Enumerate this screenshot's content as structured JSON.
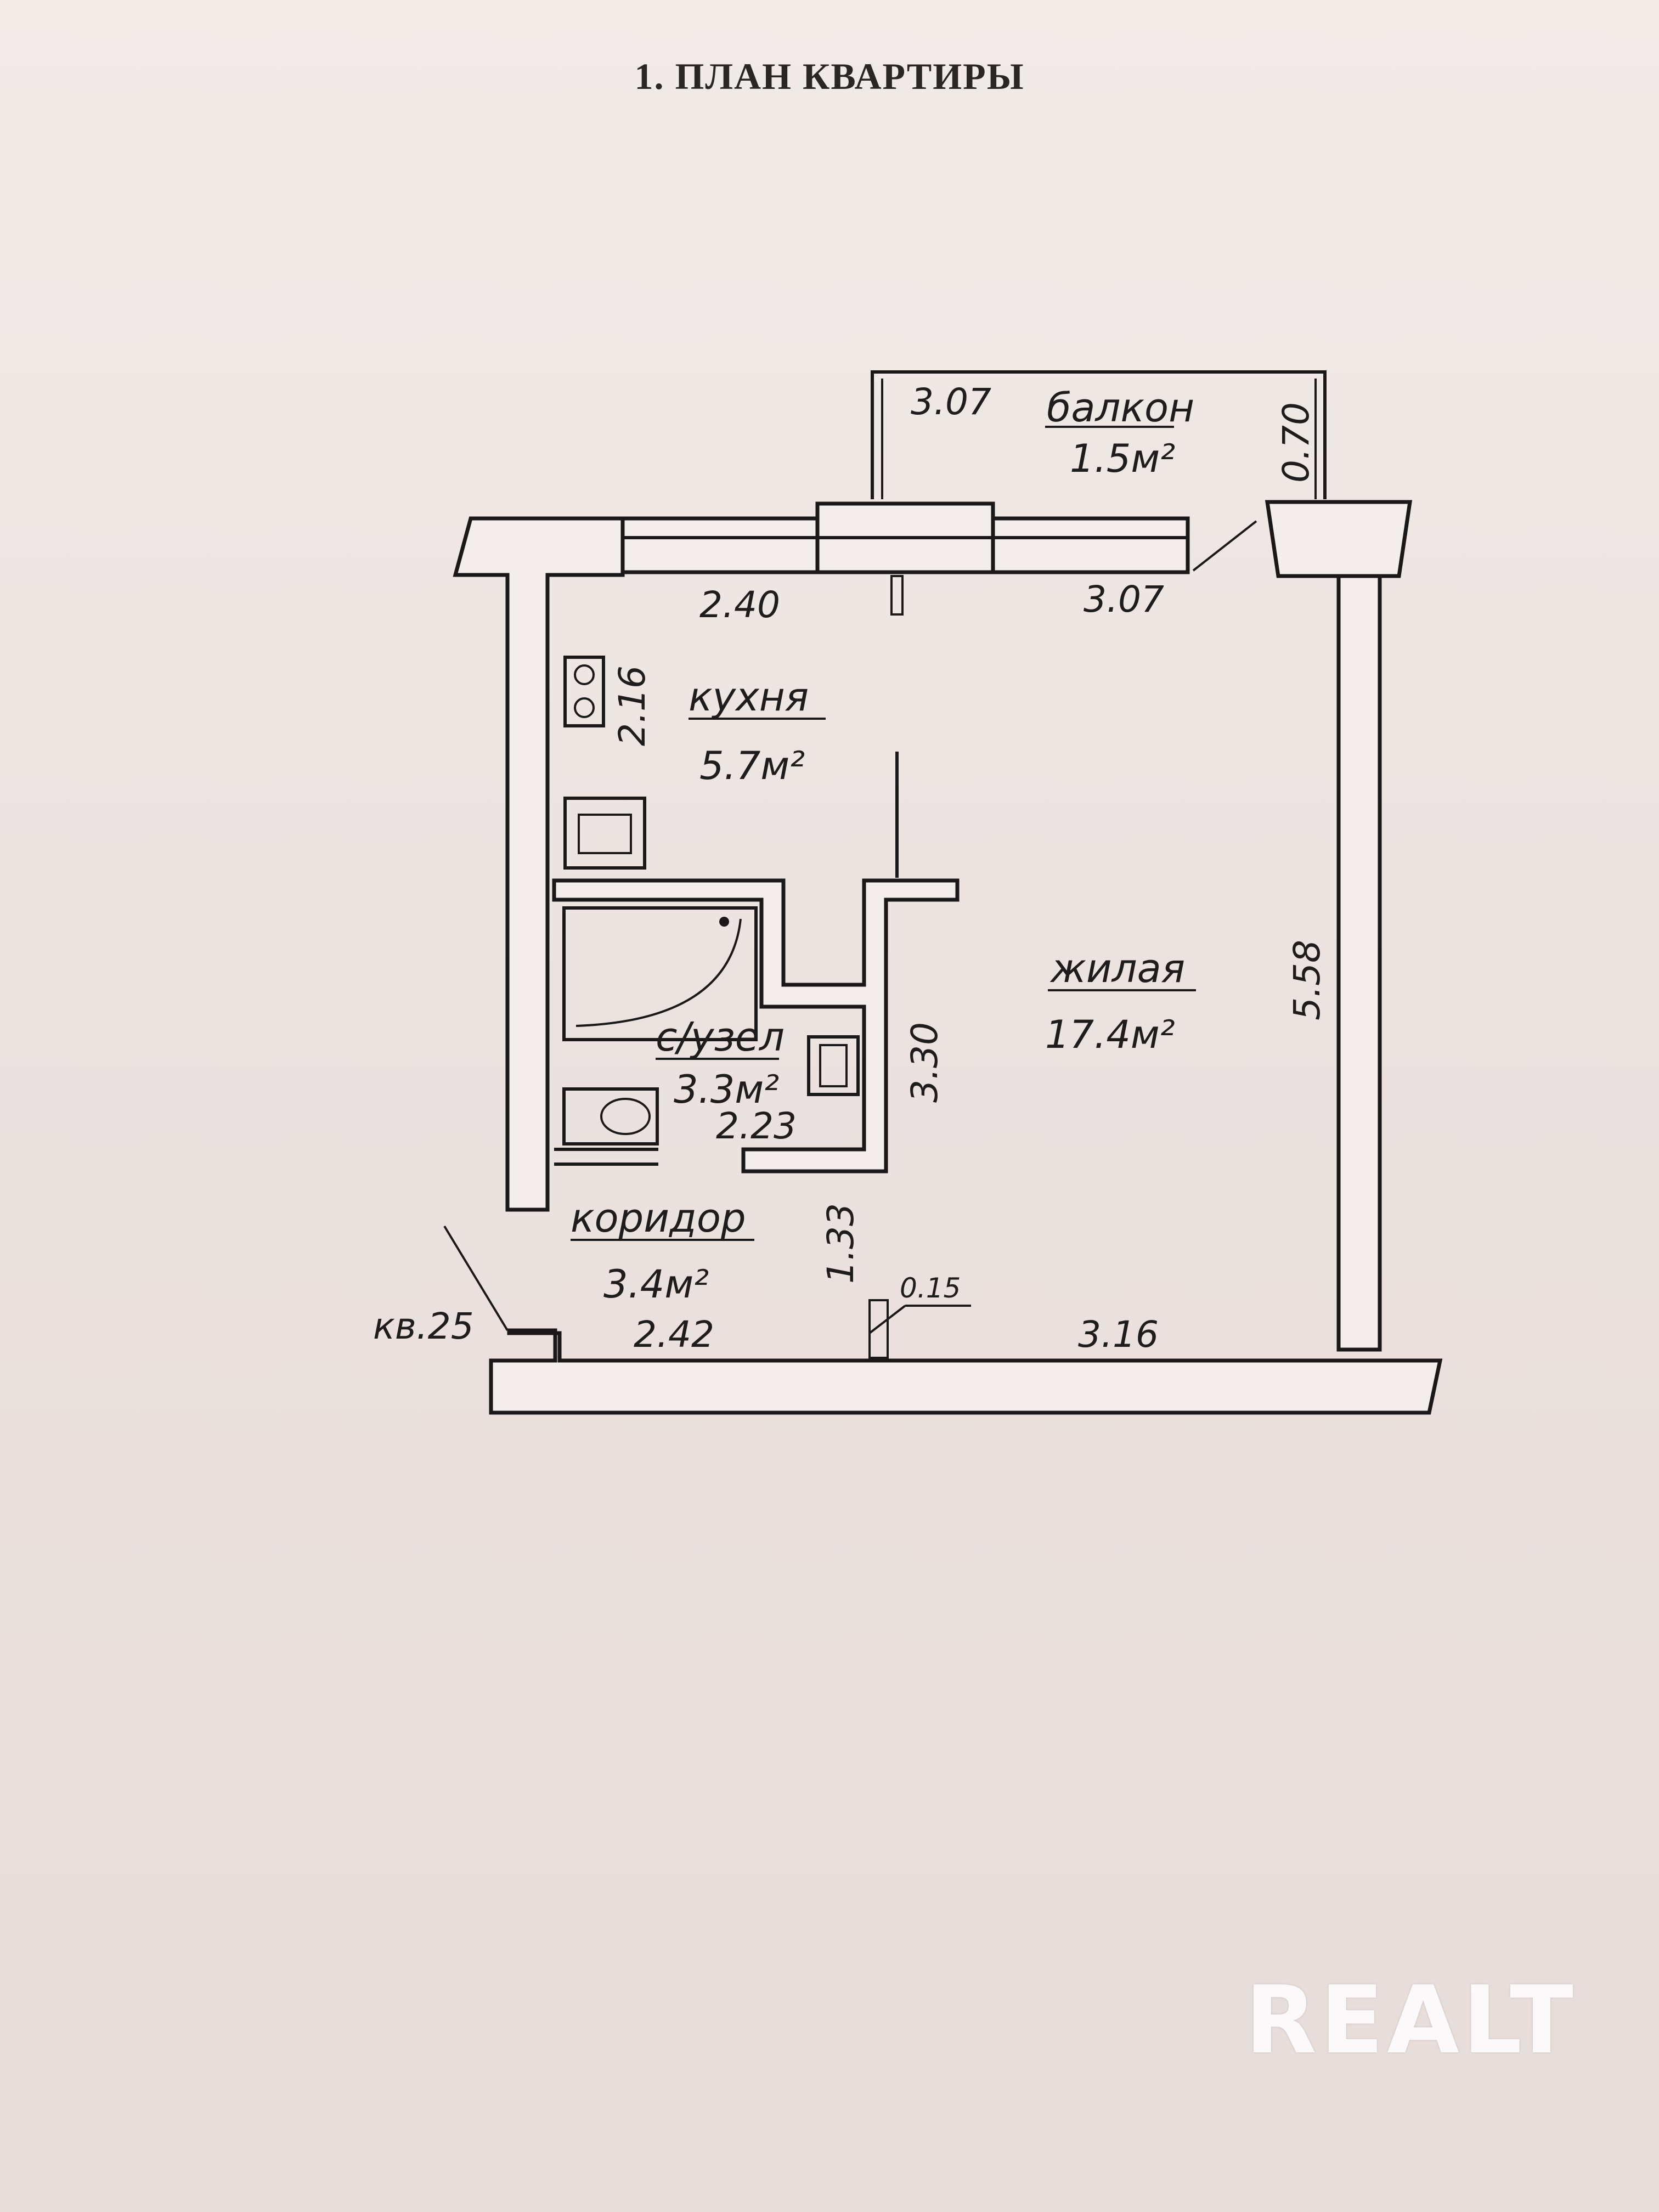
{
  "document": {
    "title": "1. ПЛАН КВАРТИРЫ",
    "watermark": "REALT"
  },
  "rooms": {
    "balcony": {
      "name": "балкон",
      "area": "1.5м²"
    },
    "kitchen": {
      "name": "кухня",
      "area": "5.7м²"
    },
    "living": {
      "name": "жилая",
      "area": "17.4м²"
    },
    "bathroom": {
      "name": "с/узел",
      "area": "3.3м²"
    },
    "corridor": {
      "name": "коридор",
      "area": "3.4м²"
    }
  },
  "dimensions": {
    "balcony_width": "3.07",
    "balcony_depth": "0.70",
    "kitchen_width": "2.40",
    "living_width_top": "3.07",
    "kitchen_depth": "2.16",
    "living_depth": "5.58",
    "bathroom_depth": "3.30",
    "bathroom_width": "2.23",
    "corridor_depth": "1.33",
    "wall_thickness": "0.15",
    "corridor_width": "2.42",
    "living_width_bottom": "3.16"
  },
  "apartment_label": "кв.25"
}
